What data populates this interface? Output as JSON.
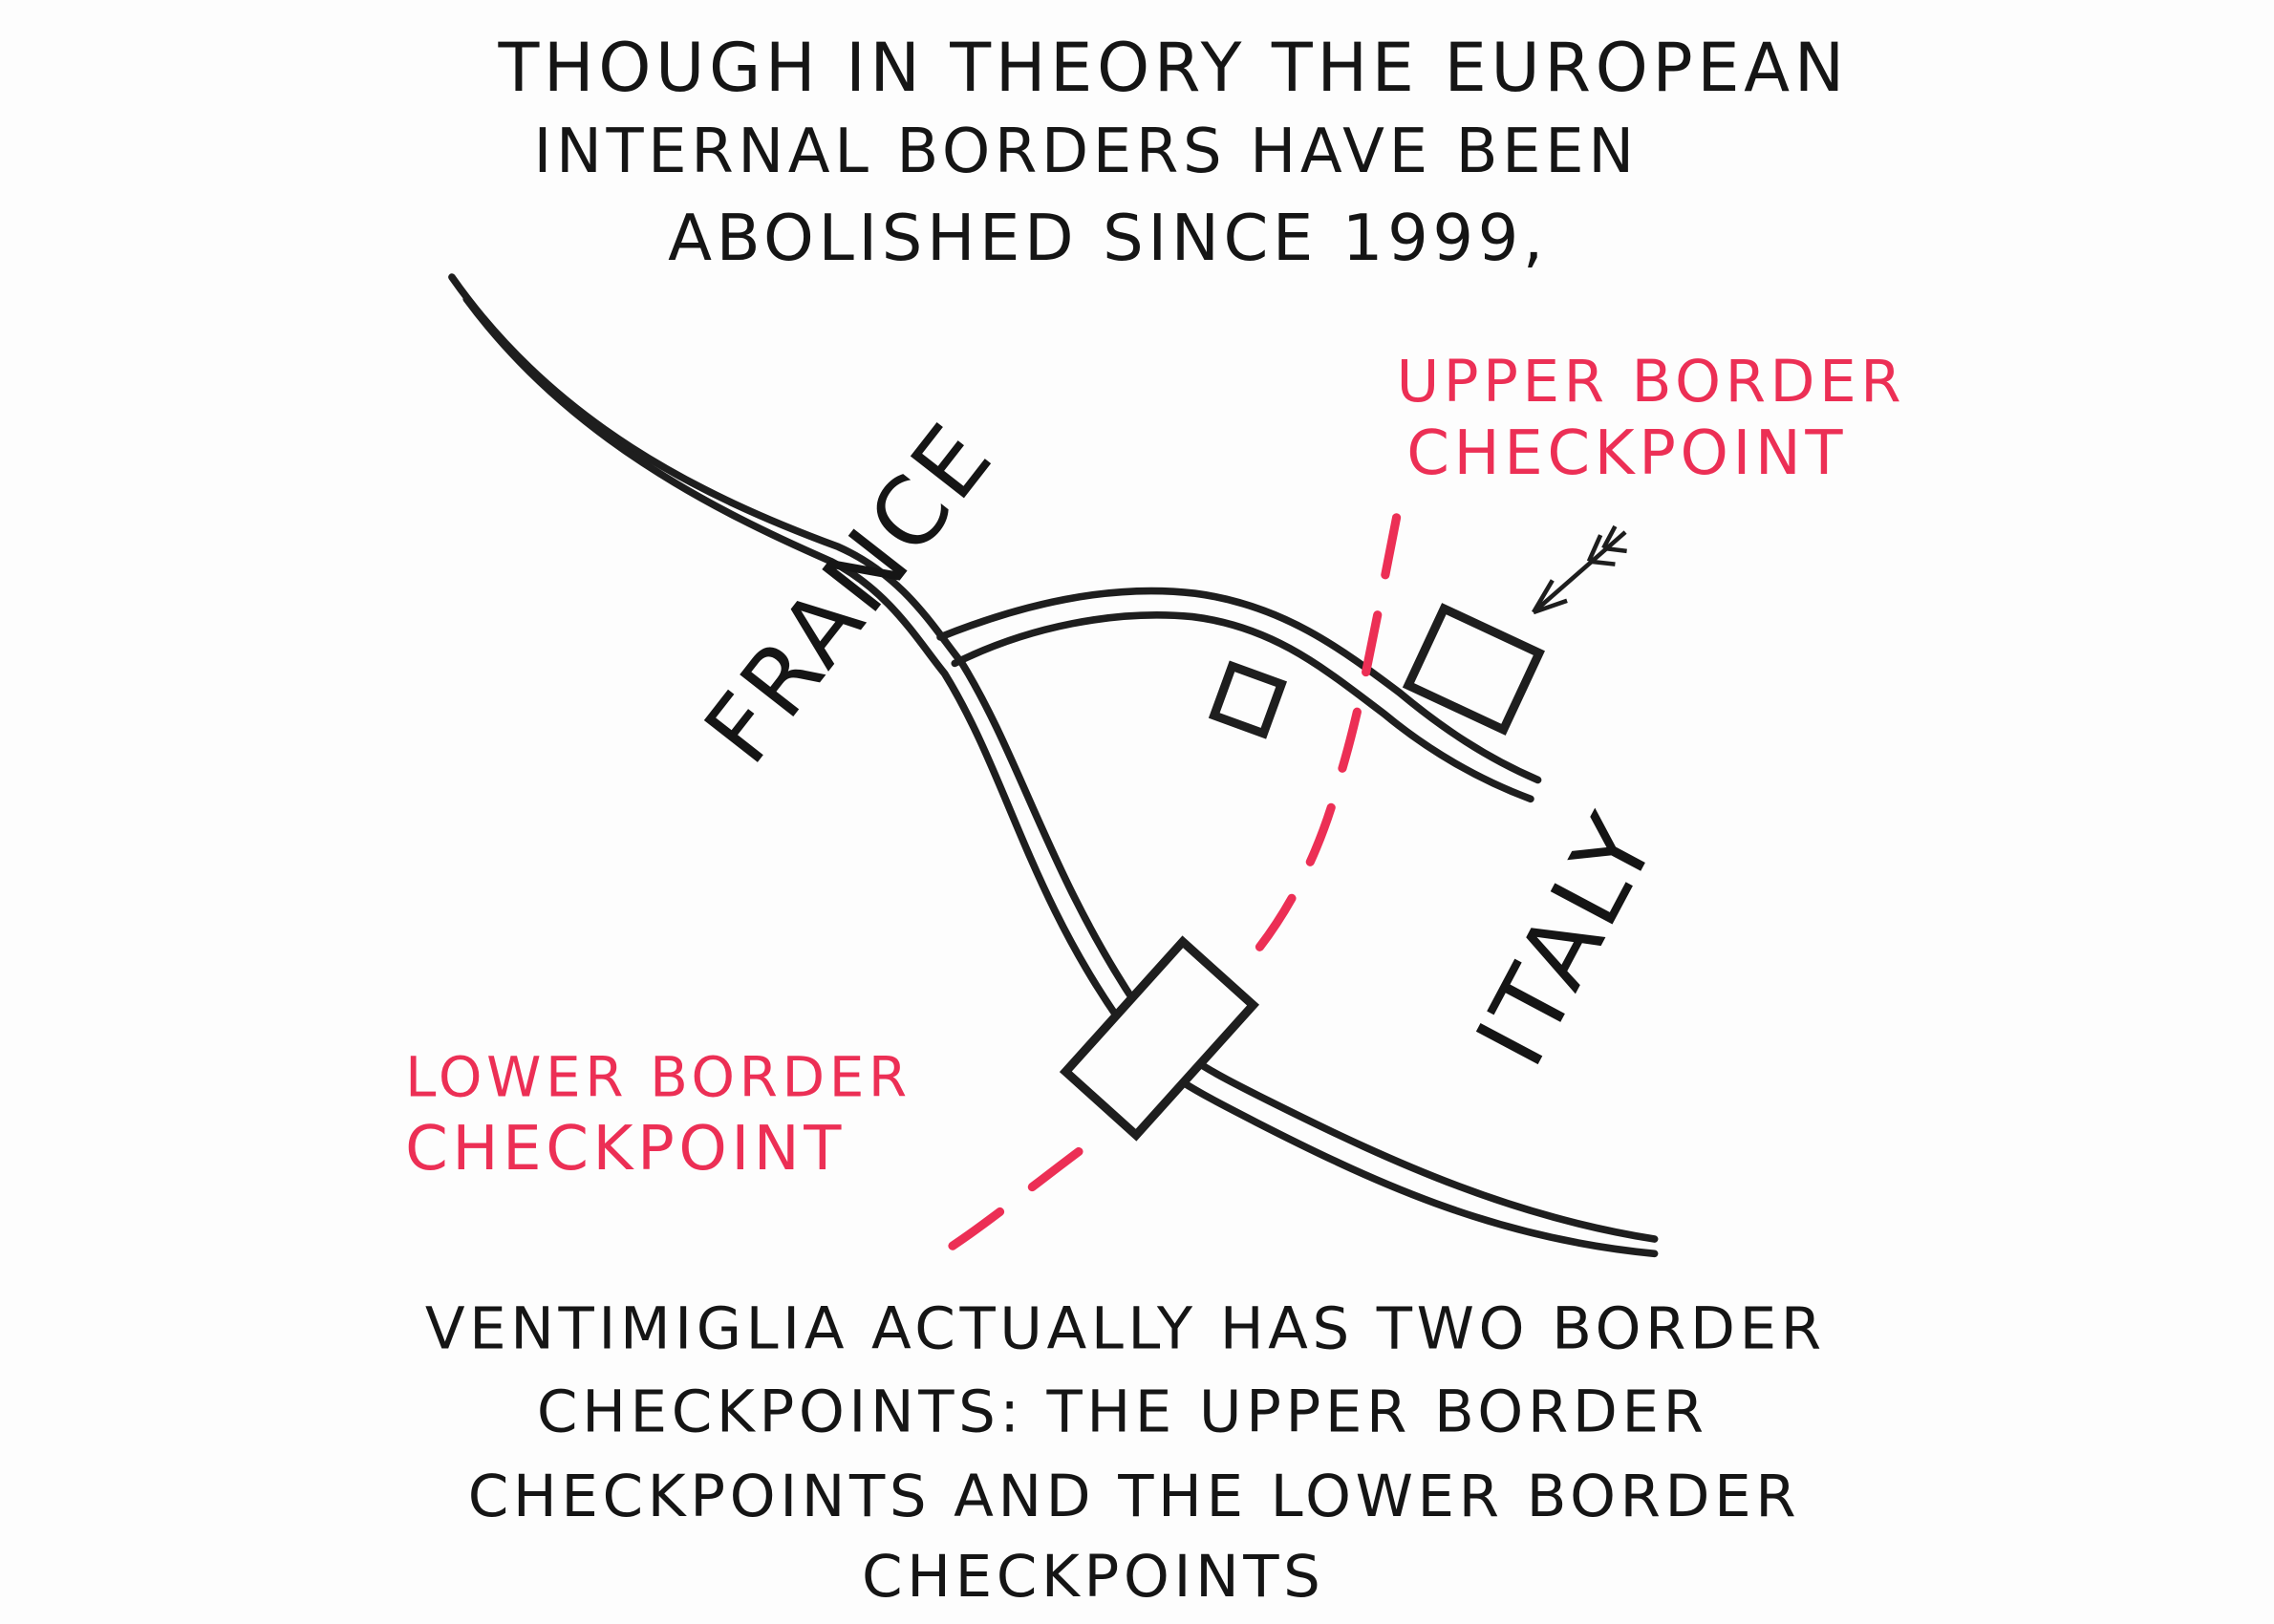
{
  "intro_text": [
    "THOUGH IN THEORY THE EUROPEAN",
    "INTERNAL BORDERS HAVE BEEN",
    "ABOLISHED SINCE 1999,"
  ],
  "map": {
    "country_left": "FRANCE",
    "country_right": "ITALY",
    "upper_label": [
      "UPPER BORDER",
      "CHECKPOINT"
    ],
    "lower_label": [
      "LOWER BORDER",
      "CHECKPOINT"
    ],
    "border_color": "#ec2f55",
    "label_color": "#ec2f55"
  },
  "conclusion_text": [
    "VENTIMIGLIA ACTUALLY HAS TWO BORDER",
    "CHECKPOINTS: THE UPPER BORDER",
    "CHECKPOINTS  AND THE LOWER BORDER",
    "CHECKPOINTS"
  ]
}
